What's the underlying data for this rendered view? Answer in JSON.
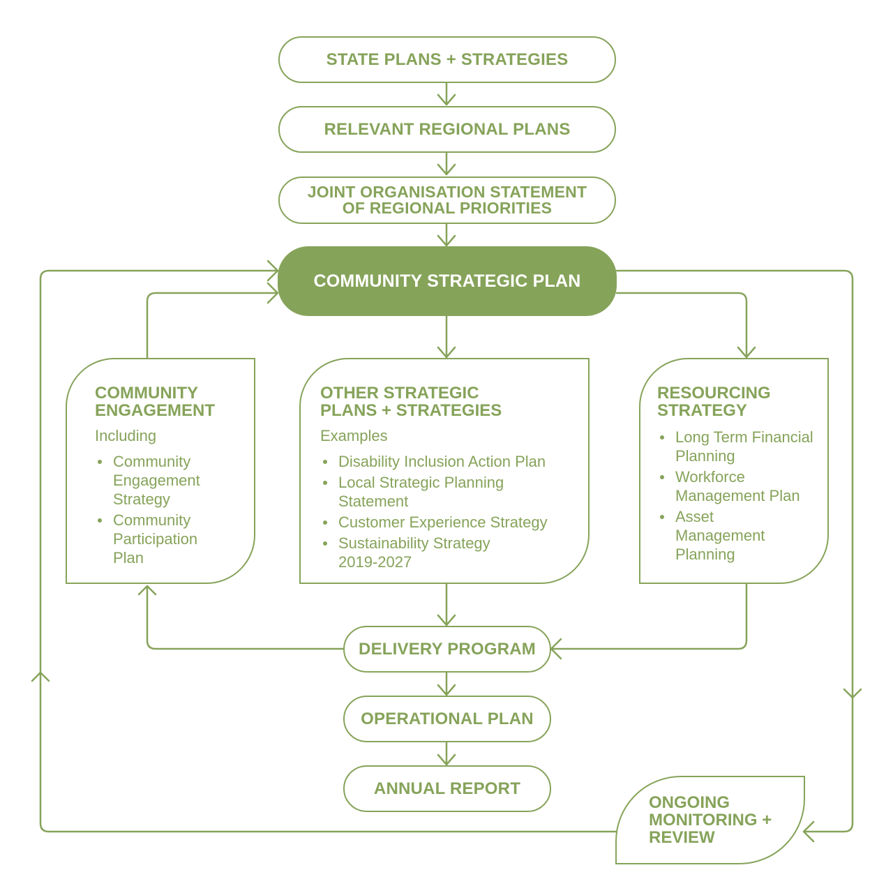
{
  "colors": {
    "accent": "#86a35a",
    "background": "#ffffff",
    "filled_text": "#ffffff"
  },
  "top_chain": {
    "state": "STATE PLANS + STRATEGIES",
    "regional": "RELEVANT REGIONAL PLANS",
    "joint_line1": "JOINT ORGANISATION STATEMENT",
    "joint_line2": "OF REGIONAL PRIORITIES"
  },
  "csp": "COMMUNITY STRATEGIC PLAN",
  "engagement": {
    "title_line1": "COMMUNITY",
    "title_line2": "ENGAGEMENT",
    "subtitle": "Including",
    "items": [
      "Community Engagement Strategy",
      "Community Participation Plan"
    ]
  },
  "other_plans": {
    "title_line1": "OTHER STRATEGIC",
    "title_line2": "PLANS + STRATEGIES",
    "subtitle": "Examples",
    "items": [
      "Disability Inclusion Action Plan",
      "Local Strategic Planning Statement",
      "Customer Experience Strategy",
      "Sustainability Strategy 2019-2027"
    ]
  },
  "resourcing": {
    "title_line1": "RESOURCING",
    "title_line2": "STRATEGY",
    "items": [
      "Long Term Financial Planning",
      "Workforce Management Plan",
      "Asset Management Planning"
    ]
  },
  "bottom_chain": {
    "delivery": "DELIVERY PROGRAM",
    "operational": "OPERATIONAL PLAN",
    "annual": "ANNUAL REPORT"
  },
  "monitoring": {
    "line1": "ONGOING",
    "line2": "MONITORING +",
    "line3": "REVIEW"
  }
}
